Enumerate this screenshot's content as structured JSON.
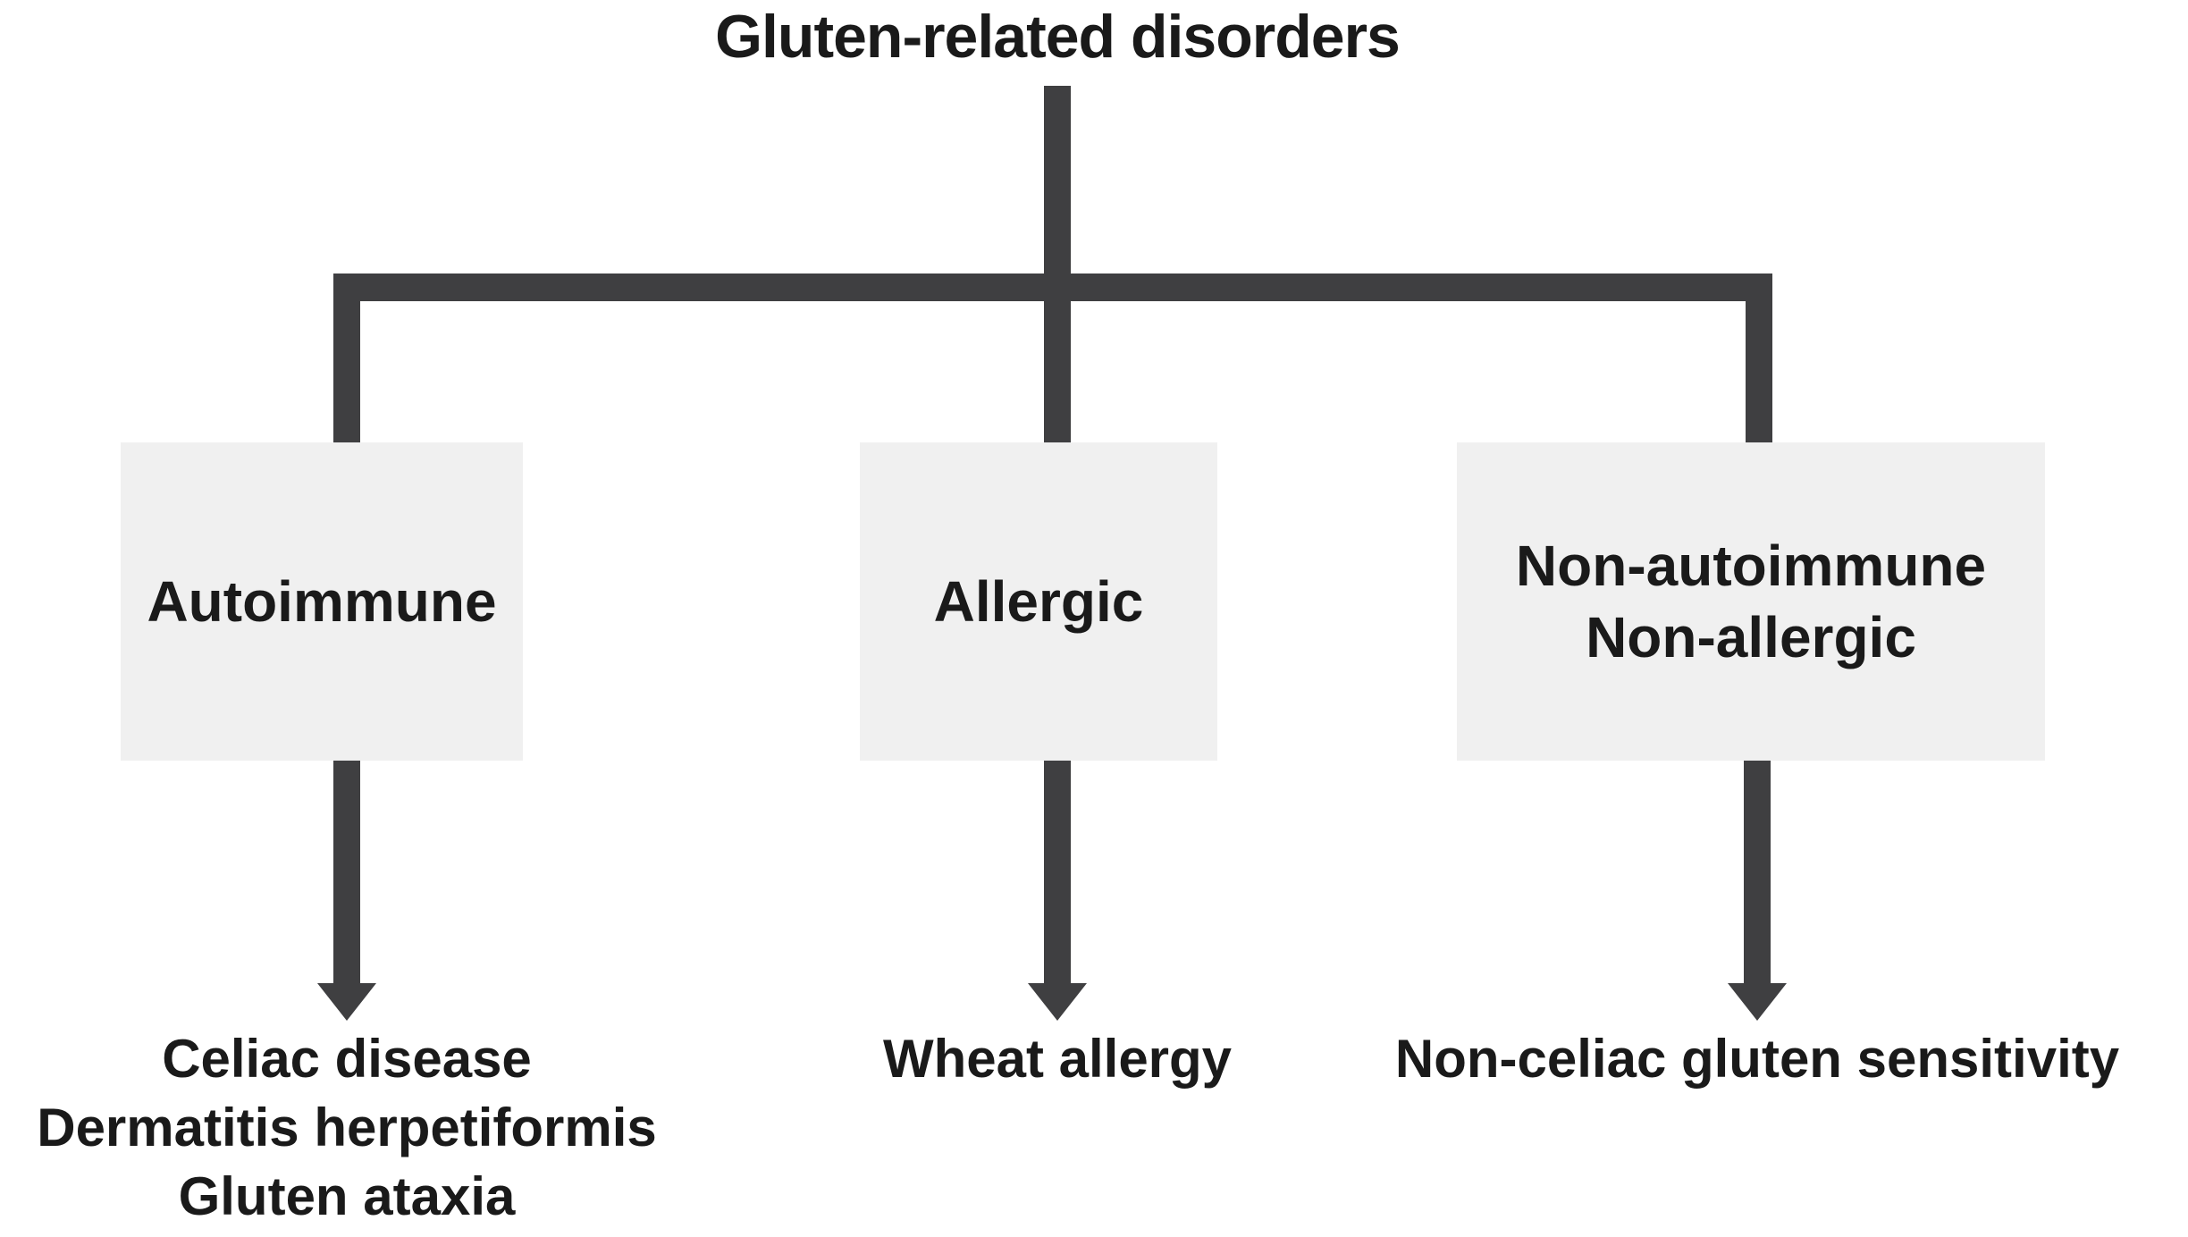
{
  "colors": {
    "background": "#ffffff",
    "line": "#3f3f41",
    "text": "#1a1a1a",
    "box_fill": "#f0f0f0"
  },
  "diagram": {
    "title": "Gluten-related disorders",
    "branches": [
      {
        "id": "autoimmune",
        "label_lines": [
          "Autoimmune"
        ],
        "outcomes": [
          "Celiac disease",
          "Dermatitis herpetiformis",
          "Gluten ataxia"
        ]
      },
      {
        "id": "allergic",
        "label_lines": [
          "Allergic"
        ],
        "outcomes": [
          "Wheat allergy"
        ]
      },
      {
        "id": "non-autoimmune-non-allergic",
        "label_lines": [
          "Non-autoimmune",
          "Non-allergic"
        ],
        "outcomes": [
          "Non-celiac gluten sensitivity"
        ]
      }
    ]
  }
}
